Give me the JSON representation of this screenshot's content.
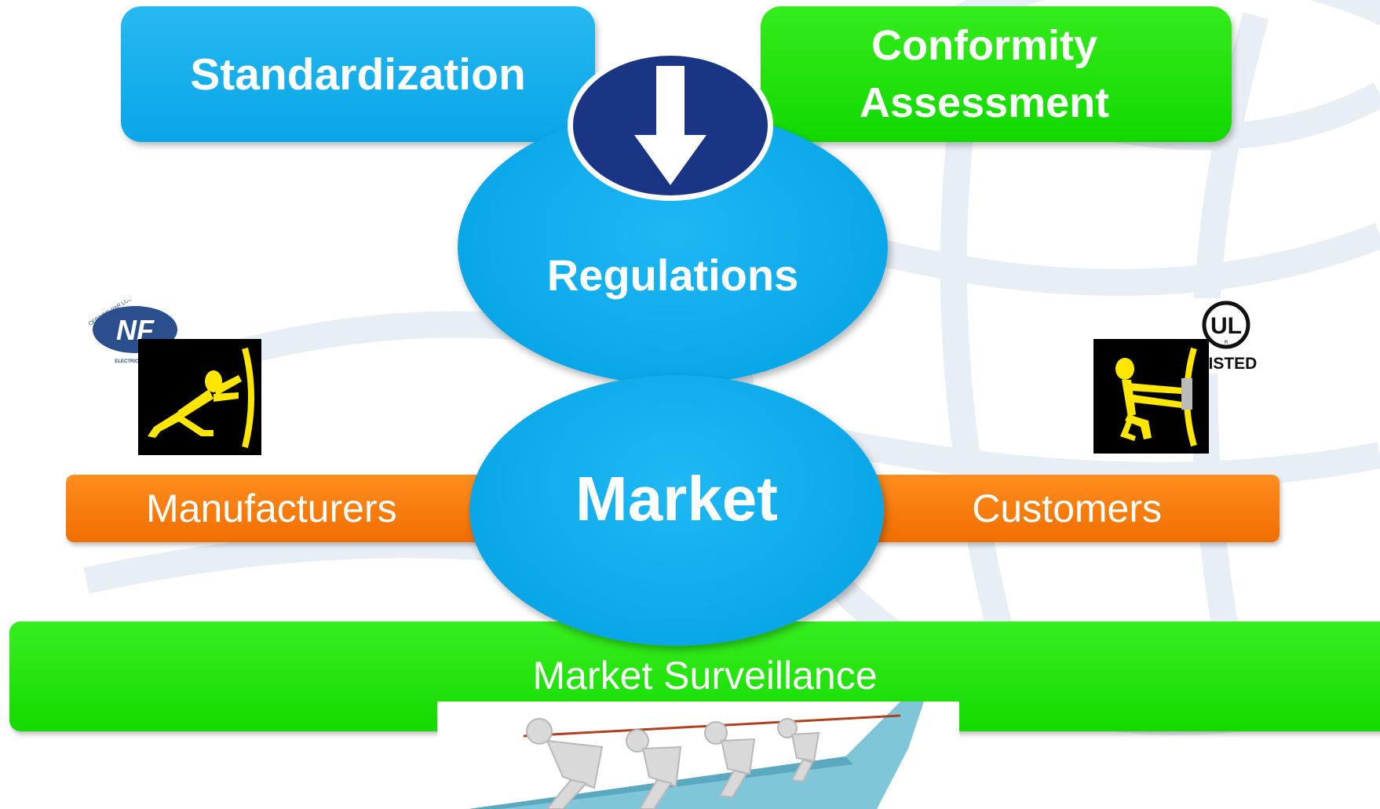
{
  "boxes": {
    "standardization": "Standardization",
    "conformity_line1": "Conformity",
    "conformity_line2": "Assessment",
    "manufacturers": "Manufacturers",
    "customers": "Customers",
    "market_surveillance": "Market Surveillance"
  },
  "ellipses": {
    "regulations": "Regulations",
    "market": "Market"
  },
  "logos": {
    "nf_main": "NF",
    "nf_arc": "CERTIFIE PAR LCIE",
    "nf_sub": "ELECTRICITE",
    "ul_main": "UL",
    "ul_sub": "LISTED",
    "ul_reg": "R"
  },
  "icons": {
    "down_arrow": "down-arrow-sign-icon",
    "pushing_figure": "pushing-figure-icon",
    "pulling_figure": "pulling-figure-icon",
    "tug_of_war": "tug-of-war-figures-image"
  },
  "colors": {
    "blue": "#0aa7e8",
    "green": "#14da00",
    "orange": "#f06e00",
    "navy": "#1b3585",
    "yellow": "#ffe600"
  }
}
